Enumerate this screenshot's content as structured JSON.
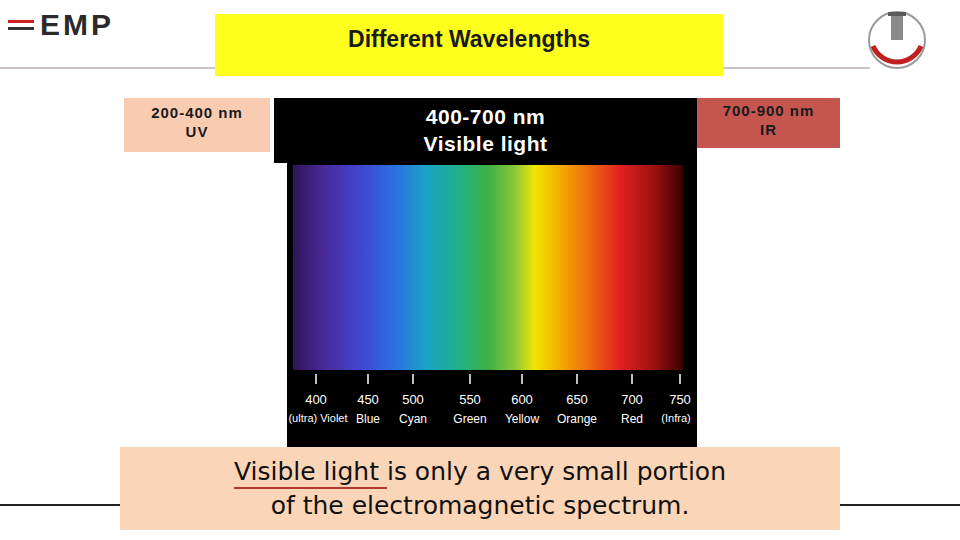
{
  "diagram": {
    "title": "Different Wavelengths",
    "nodes": [
      {
        "text": [
          "200-400 nm",
          "UV"
        ]
      },
      {
        "text": [
          "400-700 nm",
          "Visible light"
        ]
      },
      {
        "text": [
          "700-900 nm",
          "IR"
        ]
      },
      {
        "text": [
          "Visible light is only a very small portion of the electromagnetic spectrum."
        ]
      }
    ],
    "labels": [
      "EMP",
      "400",
      "(ultra) Violet",
      "450",
      "Blue",
      "500",
      "Cyan",
      "550",
      "Green",
      "600",
      "Yellow",
      "650",
      "Orange",
      "700",
      "Red",
      "750",
      "(Infra)"
    ]
  }
}
